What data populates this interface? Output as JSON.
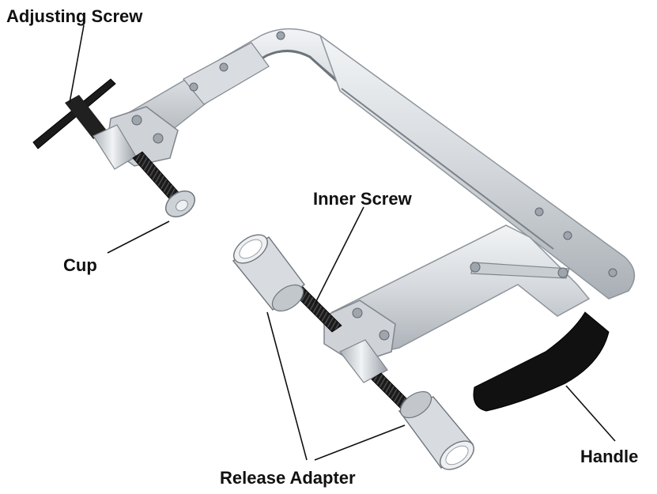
{
  "labels": {
    "adjusting_screw": "Adjusting Screw",
    "cup": "Cup",
    "inner_screw": "Inner Screw",
    "release_adapter": "Release Adapter",
    "handle": "Handle"
  },
  "colors": {
    "metal_light": "#e2e5e8",
    "metal_mid": "#b9bec4",
    "metal_dark": "#7d848b",
    "handle_grip": "#111111",
    "screw": "#151515",
    "background": "#ffffff"
  }
}
